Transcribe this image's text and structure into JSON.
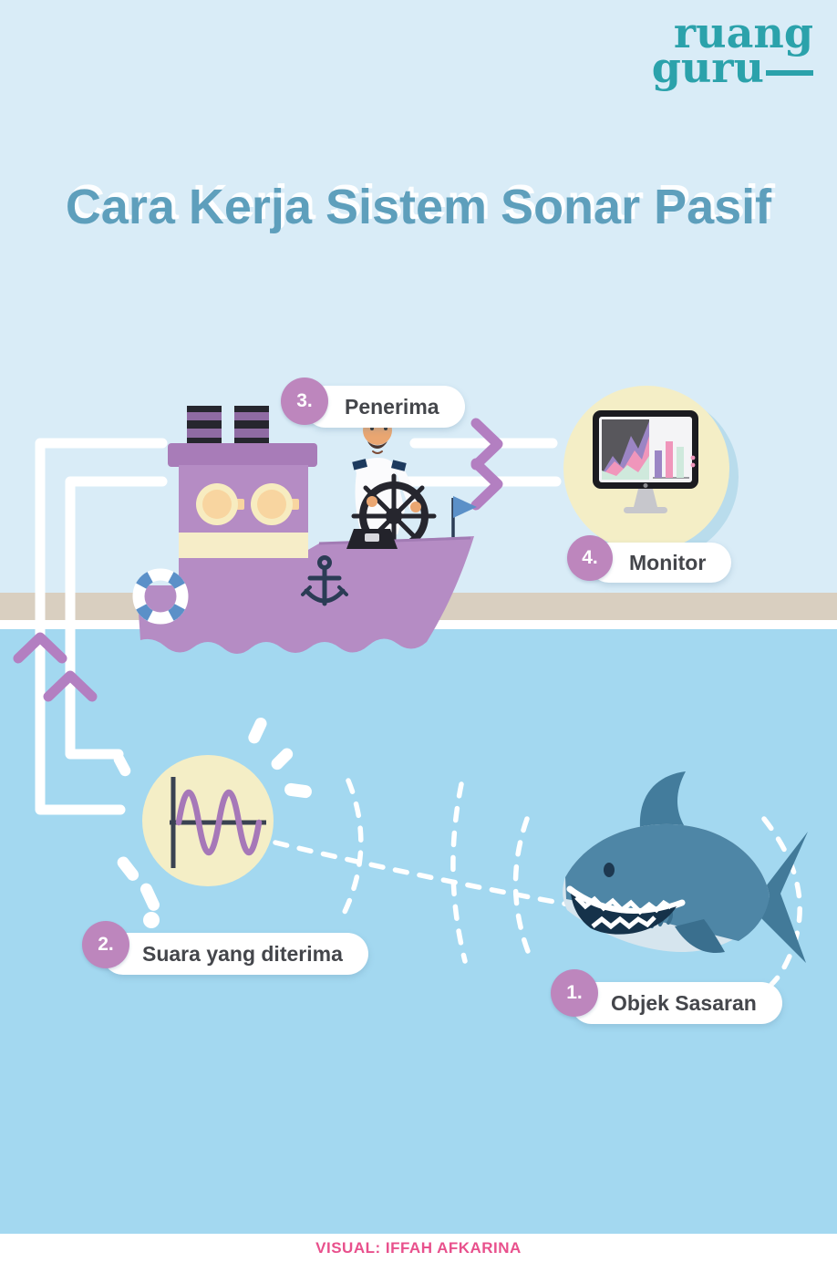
{
  "logo": {
    "line1": "ruang",
    "line2": "guru"
  },
  "title": "Cara Kerja Sistem Sonar Pasif",
  "steps": {
    "objek_sasaran": {
      "num": "1.",
      "label": "Objek Sasaran"
    },
    "suara": {
      "num": "2.",
      "label": "Suara yang diterima"
    },
    "penerima": {
      "num": "3.",
      "label": "Penerima"
    },
    "monitor": {
      "num": "4.",
      "label": "Monitor"
    }
  },
  "footer": {
    "credit": "VISUAL: IFFAH AFKARINA"
  },
  "colors": {
    "sky": "#d9ecf7",
    "water": "#a3d8f0",
    "sand_band": "#d9cfc0",
    "title_text": "#5e9fbc",
    "logo_teal": "#2ba2ab",
    "step_circle_purple": "#bd86bd",
    "label_text": "#44464b",
    "footer_pink": "#e8508c",
    "boat_purple": "#b58cc4",
    "chevron_purple": "#b37fc1",
    "yellow_circle": "#f4eec6",
    "shark_blue": "#4e86a6",
    "sine_wave_purple": "#a678b8",
    "navy": "#2b3c55"
  }
}
